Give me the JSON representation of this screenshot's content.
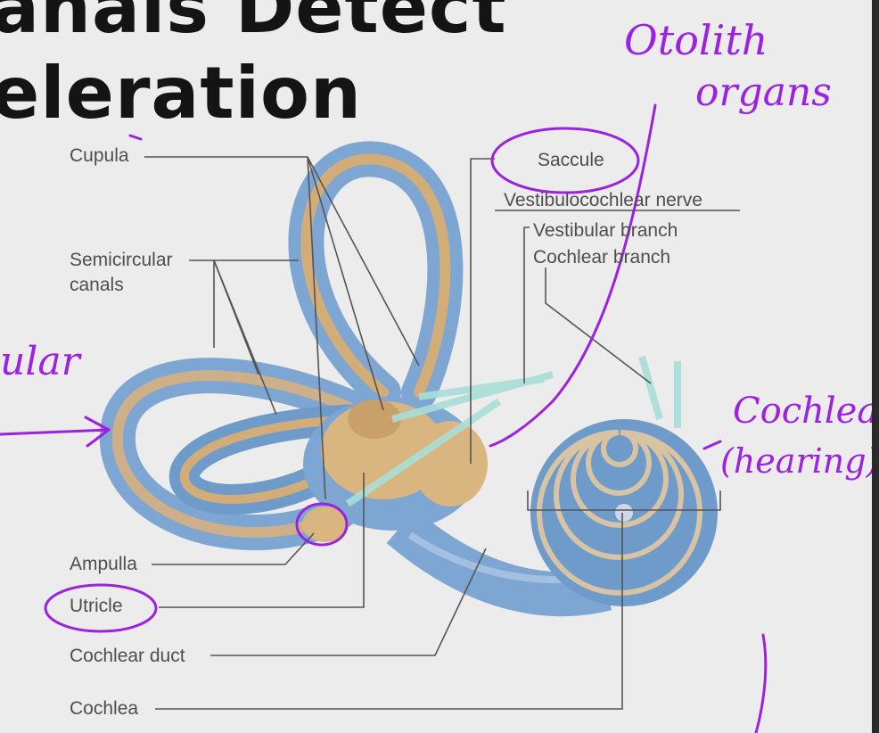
{
  "slide": {
    "title_line1": "anals Detect",
    "title_line2": "eleration"
  },
  "labels": {
    "cupula": "Cupula",
    "semicircular_canals_1": "Semicircular",
    "semicircular_canals_2": "canals",
    "saccule": "Saccule",
    "vestibulocochlear_nerve": "Vestibulocochlear nerve",
    "vestibular_branch": "Vestibular branch",
    "cochlear_branch": "Cochlear branch",
    "ampulla": "Ampulla",
    "utricle": "Utricle",
    "cochlear_duct": "Cochlear duct",
    "cochlea": "Cochlea"
  },
  "annotations": {
    "otolith_1": "Otolith",
    "otolith_2": "organs",
    "left_word": "ular",
    "cochlea_1": "Cochlea",
    "cochlea_2": "(hearing)",
    "ink_color": "#9a22e0"
  },
  "colors": {
    "outer_tube": "#7ea6d2",
    "inner_tube": "#d3ad78",
    "leader_line": "#555555",
    "nerve": "#a9ded8"
  }
}
